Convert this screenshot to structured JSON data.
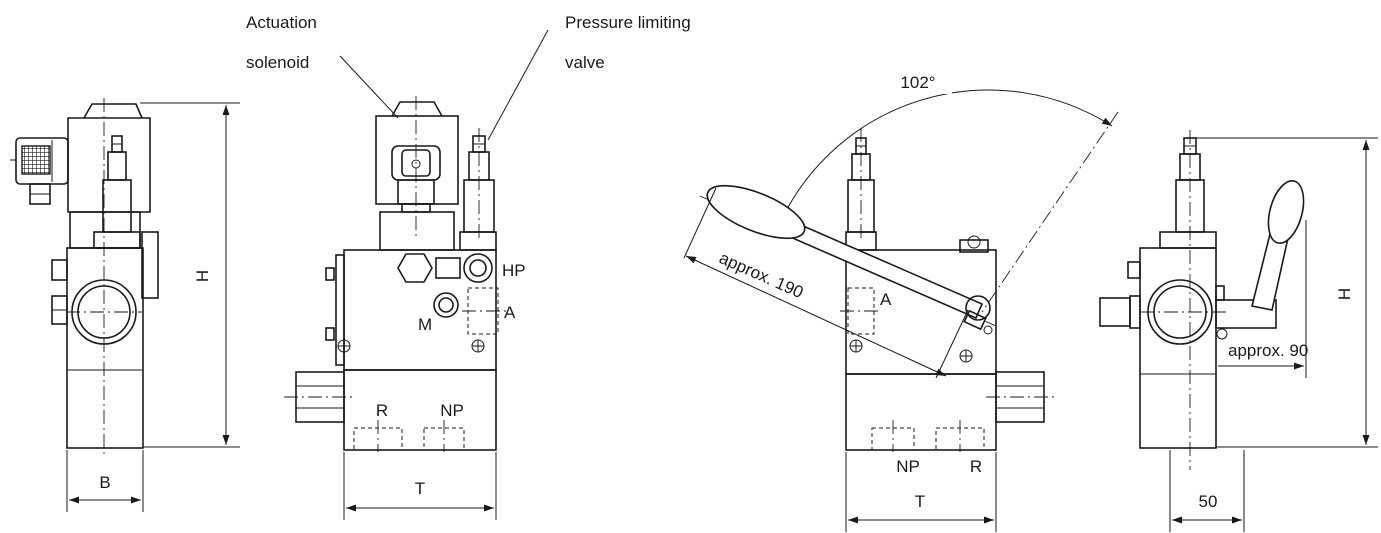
{
  "labels": {
    "actuation_line1": "Actuation",
    "actuation_line2": "solenoid",
    "pressure_line1": "Pressure limiting",
    "pressure_line2": "valve",
    "angle": "102°",
    "handle_length": "approx. 190",
    "handle_offset": "approx. 90"
  },
  "ports": {
    "hp": "HP",
    "a": "A",
    "m": "M",
    "r": "R",
    "np": "NP"
  },
  "dimensions": {
    "height": "H",
    "width": "B",
    "depth": "T",
    "fifty": "50"
  }
}
